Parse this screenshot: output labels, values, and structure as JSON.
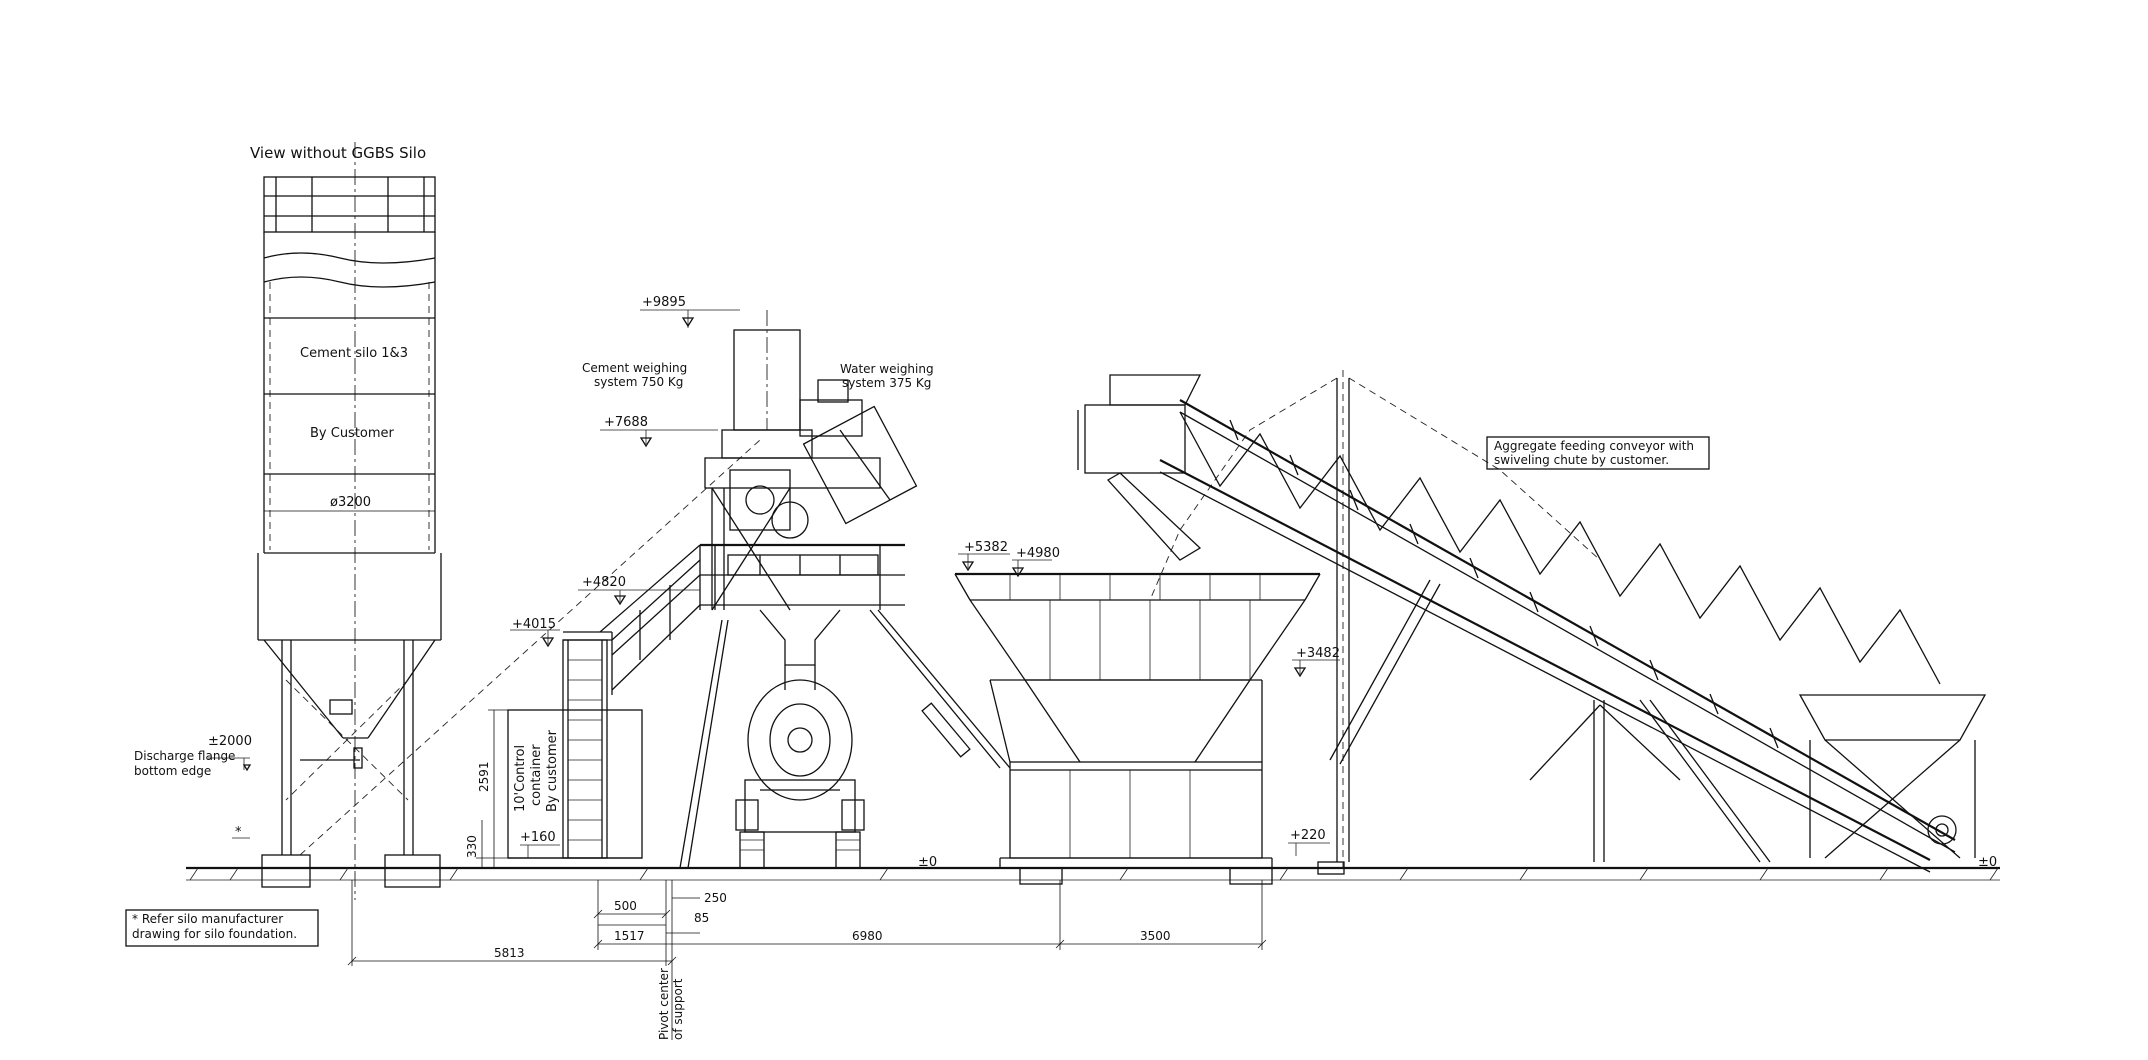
{
  "labels": {
    "view_title": "View without GGBS Silo",
    "silo_name": "Cement silo 1&3",
    "silo_supplier": "By Customer",
    "silo_diameter": "ø3200",
    "discharge_level": "±2000",
    "discharge_note_1": "Discharge flange",
    "discharge_note_2": "bottom edge",
    "asterisk": "*",
    "cement_weighing_1": "Cement weighing",
    "cement_weighing_2": "system 750 Kg",
    "water_weighing_1": "Water weighing",
    "water_weighing_2": "system 375 Kg",
    "container_1": "10'Control",
    "container_2": "container",
    "container_3": "By customer",
    "conveyor_note_1": "Aggregate feeding conveyor with",
    "conveyor_note_2": "swiveling chute by customer.",
    "pivot_1": "Pivot center",
    "pivot_2": "of support",
    "foundation_note_1": "* Refer silo manufacturer",
    "foundation_note_2": "drawing for silo foundation."
  },
  "elevations": {
    "top": "+9895",
    "mixer": "+7688",
    "platform": "+4820",
    "stair_top": "+4015",
    "bin_top": "+5382",
    "bin_rim": "+4980",
    "bin_hopper": "+3482",
    "step": "+160",
    "bin_foot": "+220",
    "ground_a": "±0",
    "ground_b": "±0"
  },
  "dimensions": {
    "container_height": "2591",
    "container_base": "330",
    "d500": "500",
    "d250": "250",
    "d85": "85",
    "d1517": "1517",
    "d5813": "5813",
    "d6980": "6980",
    "d3500": "3500"
  }
}
